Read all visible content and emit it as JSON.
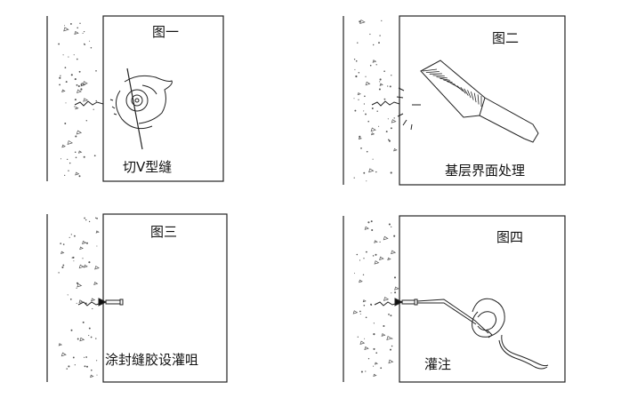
{
  "panels": [
    {
      "title": "图一",
      "caption": "切V型缝"
    },
    {
      "title": "图二",
      "caption": "基层界面处理"
    },
    {
      "title": "图三",
      "caption": "涂封缝胶设灌咀"
    },
    {
      "title": "图四",
      "caption": "灌注"
    }
  ],
  "colors": {
    "line": "#222222",
    "stipple": "#555555",
    "background": "#ffffff"
  }
}
